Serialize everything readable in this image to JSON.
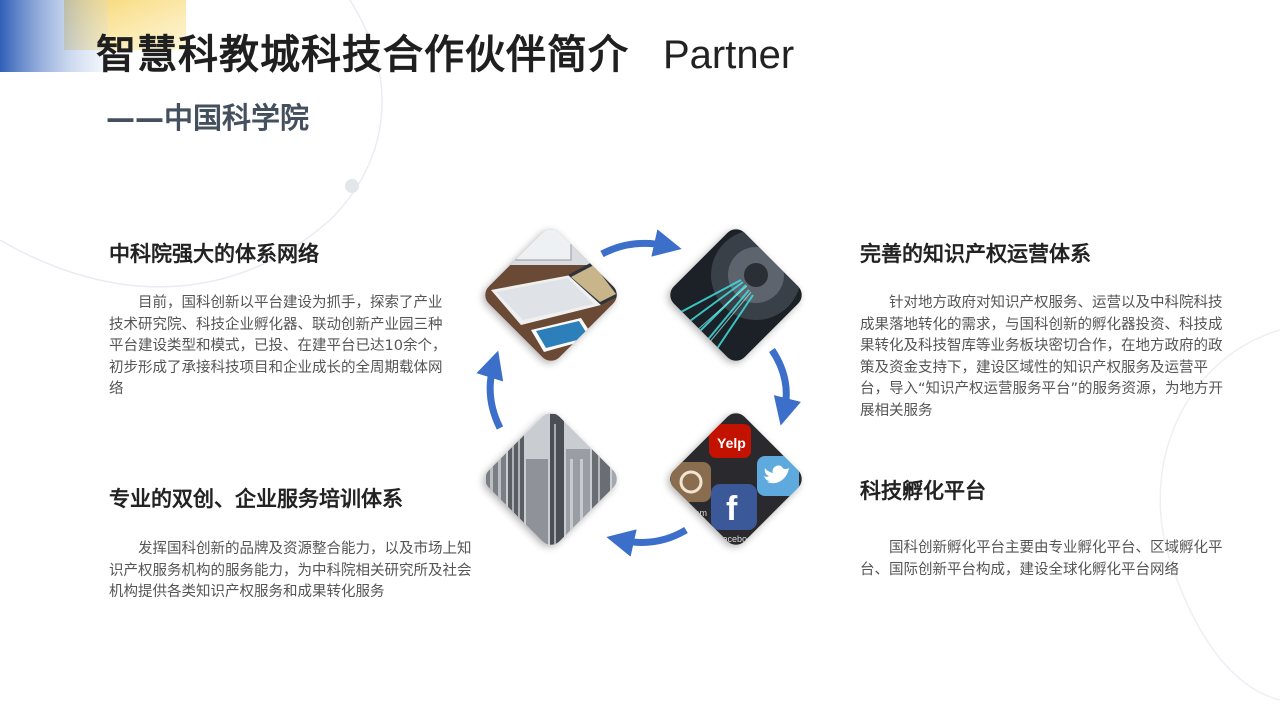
{
  "header": {
    "title_cn": "智慧科教城科技合作伙伴简介",
    "title_en": "Partner",
    "subtitle": "——中国科学院"
  },
  "sections": [
    {
      "heading": "中科院强大的体系网络",
      "body": "目前，国科创新以平台建设为抓手，探索了产业技术研究院、科技企业孵化器、联动创新产业园三种平台建设类型和模式，已投、在建平台已达10余个，初步形成了承接科技项目和企业成长的全周期载体网络"
    },
    {
      "heading": "完善的知识产权运营体系",
      "body": "针对地方政府对知识产权服务、运营以及中科院科技成果落地转化的需求，与国科创新的孵化器投资、科技成果转化及科技智库等业务板块密切合作，在地方政府的政策及资金支持下，建设区域性的知识产权服务及运营平台，导入“知识产权运营服务平台”的服务资源，为地方开展相关服务"
    },
    {
      "heading": "专业的双创、企业服务培训体系",
      "body": "发挥国科创新的品牌及资源整合能力，以及市场上知识产权服务机构的服务能力，为中科院相关研究所及社会机构提供各类知识产权服务和成果转化服务"
    },
    {
      "heading": "科技孵化平台",
      "body": "国科创新孵化平台主要由专业孵化平台、区域孵化平台、国际创新平台构成，建设全球化孵化平台网络"
    }
  ],
  "tiles": {
    "social": {
      "app1": "Instagram",
      "app2": "Facebook",
      "app3": "Yelp"
    }
  },
  "colors": {
    "accent_blue": "#3b6fc9",
    "deco_blue": "#2f5fb8",
    "deco_yellow": "#f7d56a"
  }
}
